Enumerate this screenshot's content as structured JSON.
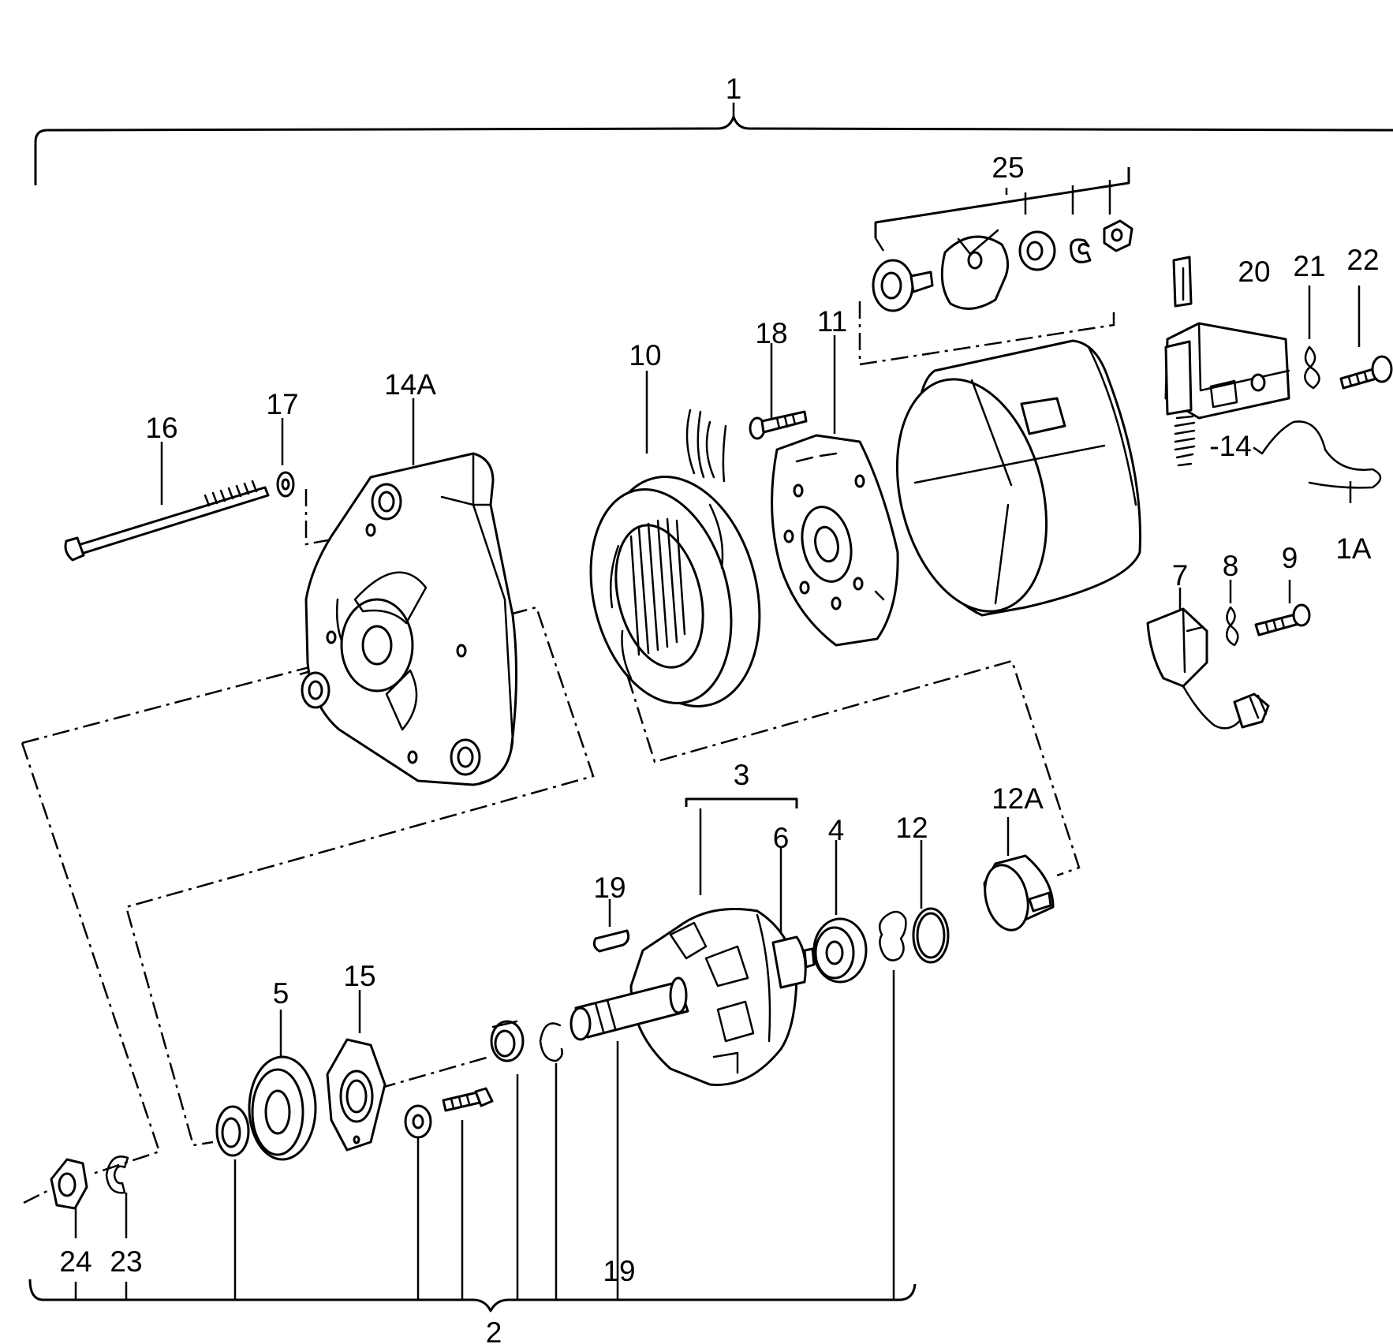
{
  "labels": {
    "l1": "1",
    "l1A": "1A",
    "l2": "2",
    "l3": "3",
    "l4": "4",
    "l5": "5",
    "l6": "6",
    "l7": "7",
    "l8": "8",
    "l9": "9",
    "l10": "10",
    "l11": "11",
    "l12": "12",
    "l12A": "12A",
    "l14": "-14",
    "l14A": "14A",
    "l15": "15",
    "l16": "16",
    "l17": "17",
    "l18": "18",
    "l19a": "19",
    "l19b": "19",
    "l20": "20",
    "l21": "21",
    "l22": "22",
    "l23": "23",
    "l24": "24",
    "l25": "25"
  }
}
